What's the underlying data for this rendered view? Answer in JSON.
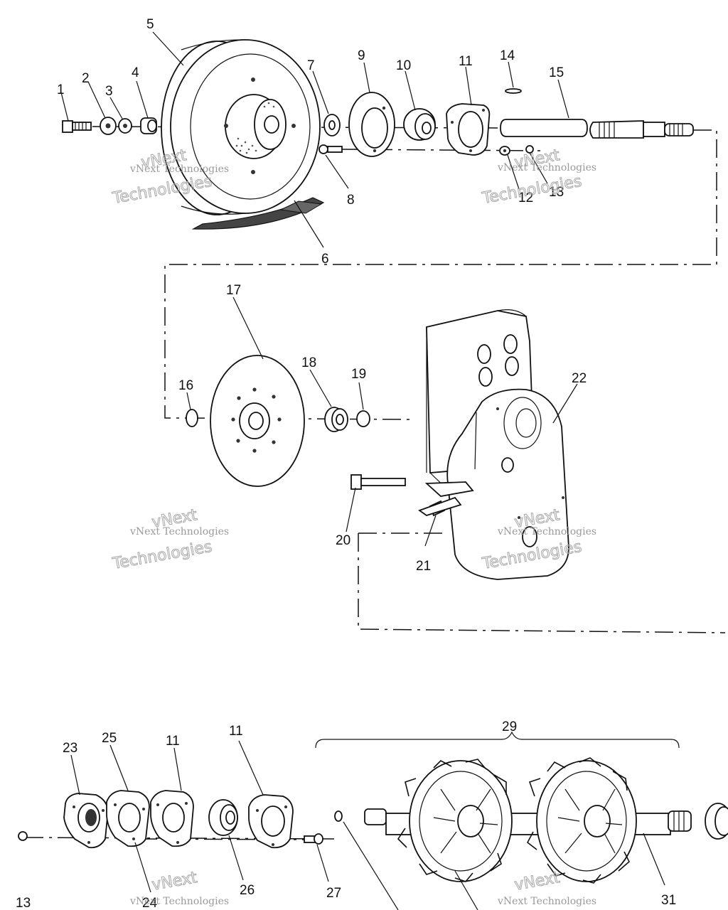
{
  "labels": {
    "p1": "1",
    "p2": "2",
    "p3": "3",
    "p4": "4",
    "p5": "5",
    "p6": "6",
    "p7": "7",
    "p8": "8",
    "p9": "9",
    "p10": "10",
    "p11": "11",
    "p12": "12",
    "p13": "13",
    "p14": "14",
    "p15": "15",
    "p16": "16",
    "p17": "17",
    "p18": "18",
    "p19": "19",
    "p20": "20",
    "p21": "21",
    "p22": "22",
    "p23": "23",
    "p24": "24",
    "p25": "25",
    "p26": "26",
    "p27": "27",
    "p29": "29",
    "p31": "31"
  },
  "watermark": {
    "line1": "vNext Technologies",
    "outline1": "vNext",
    "outline2": "Technologies"
  }
}
